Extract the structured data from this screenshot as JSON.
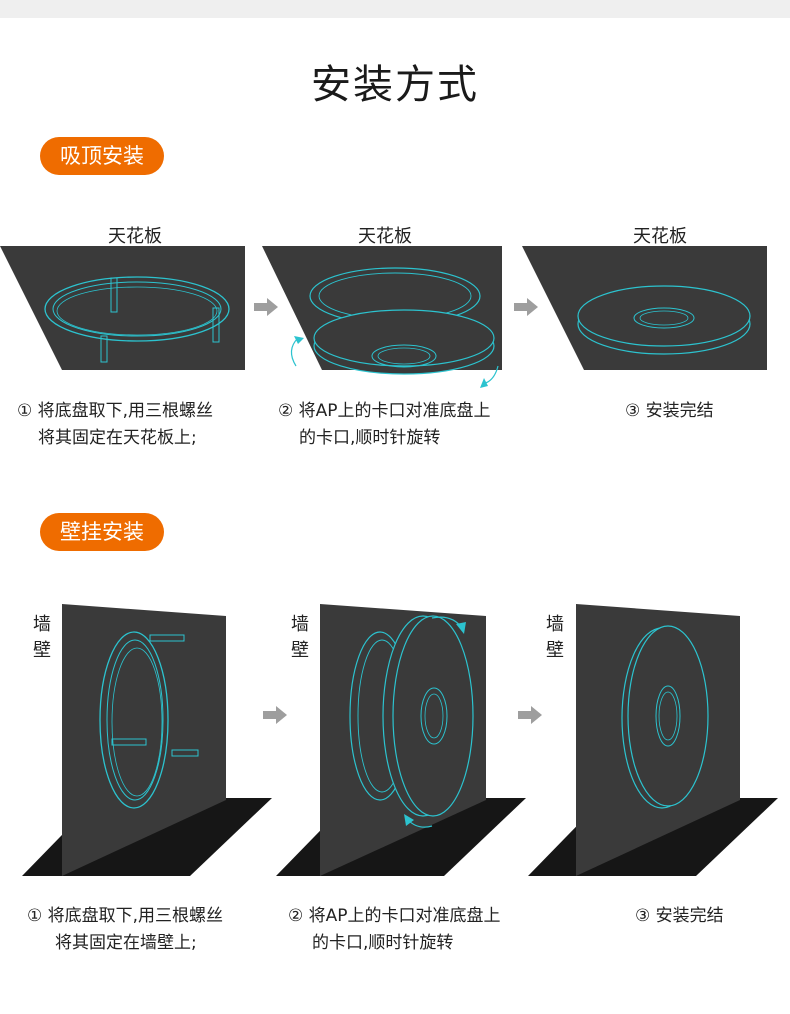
{
  "page": {
    "title": "安装方式"
  },
  "ceiling": {
    "section_label": "吸顶安装",
    "scene_label": "天花板",
    "steps": [
      {
        "line1": "① 将底盘取下,用三根螺丝",
        "line2": "将其固定在天花板上;"
      },
      {
        "line1": "② 将AP上的卡口对准底盘上",
        "line2": "的卡口,顺时针旋转"
      },
      {
        "line1": "③ 安装完结",
        "line2": ""
      }
    ]
  },
  "wall": {
    "section_label": "壁挂安装",
    "scene_label": "墙壁",
    "steps": [
      {
        "line1": "① 将底盘取下,用三根螺丝",
        "line2": "将其固定在墙壁上;"
      },
      {
        "line1": "② 将AP上的卡口对准底盘上",
        "line2": "的卡口,顺时针旋转"
      },
      {
        "line1": "③ 安装完结",
        "line2": ""
      }
    ]
  },
  "colors": {
    "accent": "#ef6c00",
    "panel": "#3a3a3a",
    "line": "#2cc3cf",
    "arrow": "#9e9e9e"
  },
  "icons": {
    "arrow": "right-arrow-icon",
    "rotate": "rotate-arrow-icon"
  }
}
